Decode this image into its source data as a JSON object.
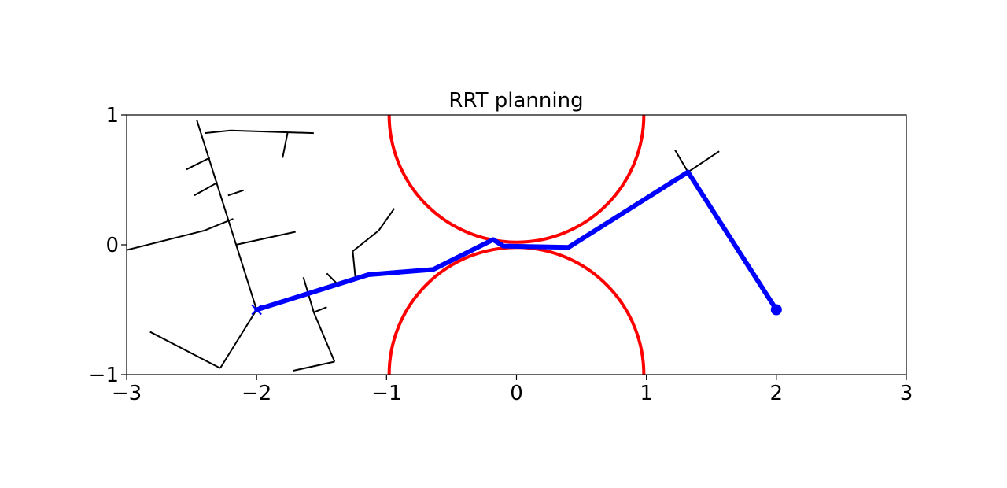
{
  "chart_data": {
    "type": "line",
    "title": "RRT planning",
    "xlabel": "",
    "ylabel": "",
    "xlim": [
      -3,
      3
    ],
    "ylim": [
      -1,
      1
    ],
    "xticks": [
      -3,
      -2,
      -1,
      0,
      1,
      2,
      3
    ],
    "yticks": [
      -1,
      0,
      1
    ],
    "xtick_labels": [
      "−3",
      "−2",
      "−1",
      "0",
      "1",
      "2",
      "3"
    ],
    "ytick_labels": [
      "−1",
      "0",
      "1"
    ],
    "grid": false,
    "legend": "none",
    "colors": {
      "tree": "#000000",
      "obstacle": "#ff0000",
      "path": "#0000ff"
    },
    "obstacles": [
      {
        "type": "circle",
        "center": [
          0,
          1
        ],
        "radius": 0.98
      },
      {
        "type": "circle",
        "center": [
          0,
          -1
        ],
        "radius": 0.98
      }
    ],
    "tree_edges": [
      [
        [
          -2.0,
          -0.5
        ],
        [
          -2.46,
          0.96
        ]
      ],
      [
        [
          -2.4,
          0.86
        ],
        [
          -2.2,
          0.88
        ]
      ],
      [
        [
          -2.2,
          0.88
        ],
        [
          -1.56,
          0.86
        ]
      ],
      [
        [
          -1.76,
          0.87
        ],
        [
          -1.8,
          0.67
        ]
      ],
      [
        [
          -2.36,
          0.67
        ],
        [
          -2.54,
          0.58
        ]
      ],
      [
        [
          -2.3,
          0.48
        ],
        [
          -2.48,
          0.38
        ]
      ],
      [
        [
          -2.22,
          0.38
        ],
        [
          -2.1,
          0.42
        ]
      ],
      [
        [
          -2.18,
          0.2
        ],
        [
          -2.4,
          0.11
        ]
      ],
      [
        [
          -2.4,
          0.11
        ],
        [
          -3.0,
          -0.04
        ]
      ],
      [
        [
          -2.16,
          0.0
        ],
        [
          -1.7,
          0.1
        ]
      ],
      [
        [
          -2.0,
          -0.5
        ],
        [
          -2.28,
          -0.95
        ]
      ],
      [
        [
          -2.28,
          -0.95
        ],
        [
          -2.82,
          -0.67
        ]
      ],
      [
        [
          -1.56,
          -0.52
        ],
        [
          -1.4,
          -0.9
        ]
      ],
      [
        [
          -1.4,
          -0.9
        ],
        [
          -1.72,
          -0.97
        ]
      ],
      [
        [
          -1.56,
          -0.52
        ],
        [
          -1.64,
          -0.25
        ]
      ],
      [
        [
          -1.56,
          -0.52
        ],
        [
          -1.46,
          -0.48
        ]
      ],
      [
        [
          -1.38,
          -0.3
        ],
        [
          -1.46,
          -0.22
        ]
      ],
      [
        [
          -1.24,
          -0.25
        ],
        [
          -1.26,
          -0.05
        ]
      ],
      [
        [
          -1.26,
          -0.05
        ],
        [
          -1.06,
          0.11
        ]
      ],
      [
        [
          -1.06,
          0.11
        ],
        [
          -0.94,
          0.28
        ]
      ],
      [
        [
          1.32,
          0.56
        ],
        [
          1.22,
          0.73
        ]
      ],
      [
        [
          1.32,
          0.56
        ],
        [
          1.56,
          0.72
        ]
      ]
    ],
    "series": [
      {
        "role": "path",
        "x": [
          -2.0,
          -1.14,
          -0.64,
          -0.18,
          -0.1,
          0.4,
          1.32,
          2.0
        ],
        "y": [
          -0.5,
          -0.23,
          -0.19,
          0.04,
          -0.01,
          -0.02,
          0.56,
          -0.5
        ]
      }
    ],
    "start": {
      "x": 2.0,
      "y": -0.5,
      "marker": "filled-circle"
    },
    "goal": {
      "x": -2.0,
      "y": -0.5,
      "marker": "x"
    }
  }
}
